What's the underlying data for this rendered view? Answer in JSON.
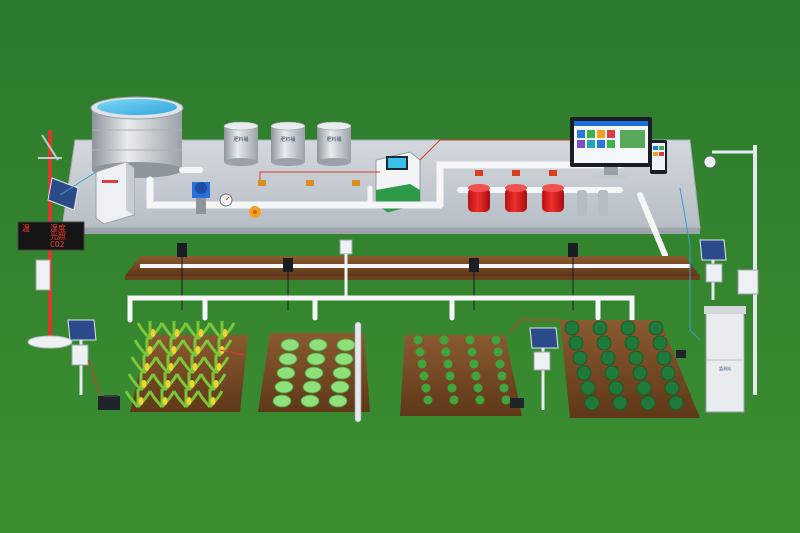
{
  "fertilizer_tanks": [
    {
      "label": "肥料桶"
    },
    {
      "label": "肥料桶"
    },
    {
      "label": "肥料桶"
    }
  ],
  "weather_display": {
    "rows": [
      {
        "left": "温",
        "right": "湿度"
      },
      {
        "left": "",
        "right": "光照"
      },
      {
        "left": "",
        "right": "CO2"
      }
    ]
  },
  "weather_cabinet": {
    "label": "监测站"
  },
  "dashboard": {
    "accent": "#1e6fd8",
    "tile_colors": [
      "#2a7bd8",
      "#3fb04a",
      "#f0a020",
      "#d84040",
      "#7a4fc8",
      "#20a8b8",
      "#2a7bd8",
      "#3fb04a"
    ]
  },
  "colors": {
    "grass": "#2f7d2f",
    "platform": "#c9cfd6",
    "pipe": "#f4f6f8",
    "signal_wire": "#d83a2a",
    "control_wire": "#3aa0c8",
    "soil": "#7a4a24"
  }
}
